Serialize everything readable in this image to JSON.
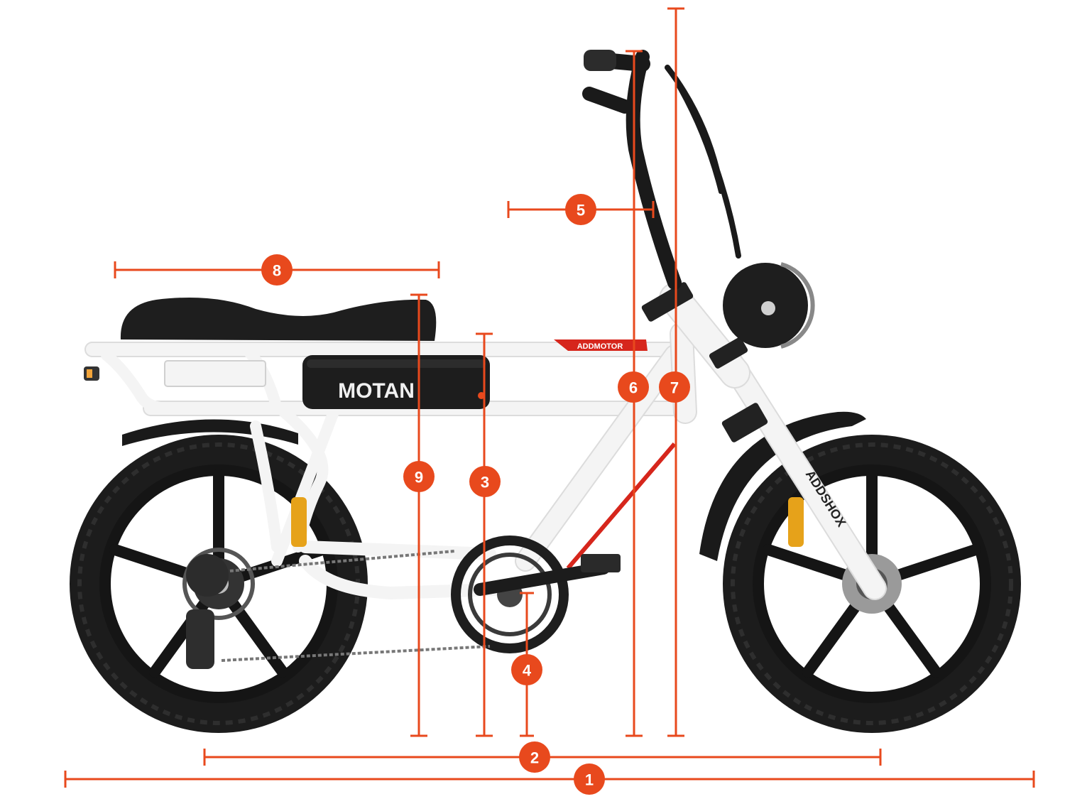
{
  "diagram": {
    "accent_color": "#e8491d",
    "frame_color": "#f4f4f4",
    "tire_color": "#1c1c1c",
    "measurements": [
      {
        "id": "1",
        "label": "1"
      },
      {
        "id": "2",
        "label": "2"
      },
      {
        "id": "3",
        "label": "3"
      },
      {
        "id": "4",
        "label": "4"
      },
      {
        "id": "5",
        "label": "5"
      },
      {
        "id": "6",
        "label": "6"
      },
      {
        "id": "7",
        "label": "7"
      },
      {
        "id": "8",
        "label": "8"
      },
      {
        "id": "9",
        "label": "9"
      }
    ]
  },
  "bike": {
    "battery_brand": "MOTAN",
    "frame_brand": "ADDMOTOR",
    "fork_brand": "ADDSHOX"
  }
}
